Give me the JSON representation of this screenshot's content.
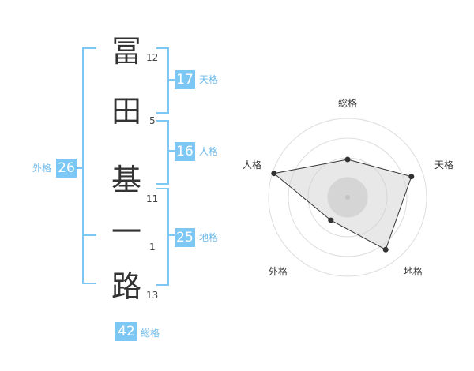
{
  "name": {
    "characters": [
      {
        "char": "冨",
        "strokes": "12"
      },
      {
        "char": "田",
        "strokes": "5"
      },
      {
        "char": "基",
        "strokes": "11"
      },
      {
        "char": "一",
        "strokes": "1"
      },
      {
        "char": "路",
        "strokes": "13"
      }
    ]
  },
  "fortunes": {
    "tenkaku": {
      "value": "17",
      "label": "天格"
    },
    "jinkaku": {
      "value": "16",
      "label": "人格"
    },
    "chikaku": {
      "value": "25",
      "label": "地格"
    },
    "gaikaku": {
      "value": "26",
      "label": "外格"
    },
    "soukaku": {
      "value": "42",
      "label": "総格"
    }
  },
  "colors": {
    "accent": "#7cc7f3",
    "accent_text": "#6db9ea",
    "text": "#333333",
    "radar_fill": "#e8e8e8",
    "radar_line": "#333333"
  },
  "chart_data": {
    "type": "radar",
    "axes": [
      "総格",
      "天格",
      "地格",
      "外格",
      "人格"
    ],
    "levels": 4,
    "values": [
      0.48,
      0.85,
      0.82,
      0.36,
      0.98
    ],
    "max": 1
  }
}
